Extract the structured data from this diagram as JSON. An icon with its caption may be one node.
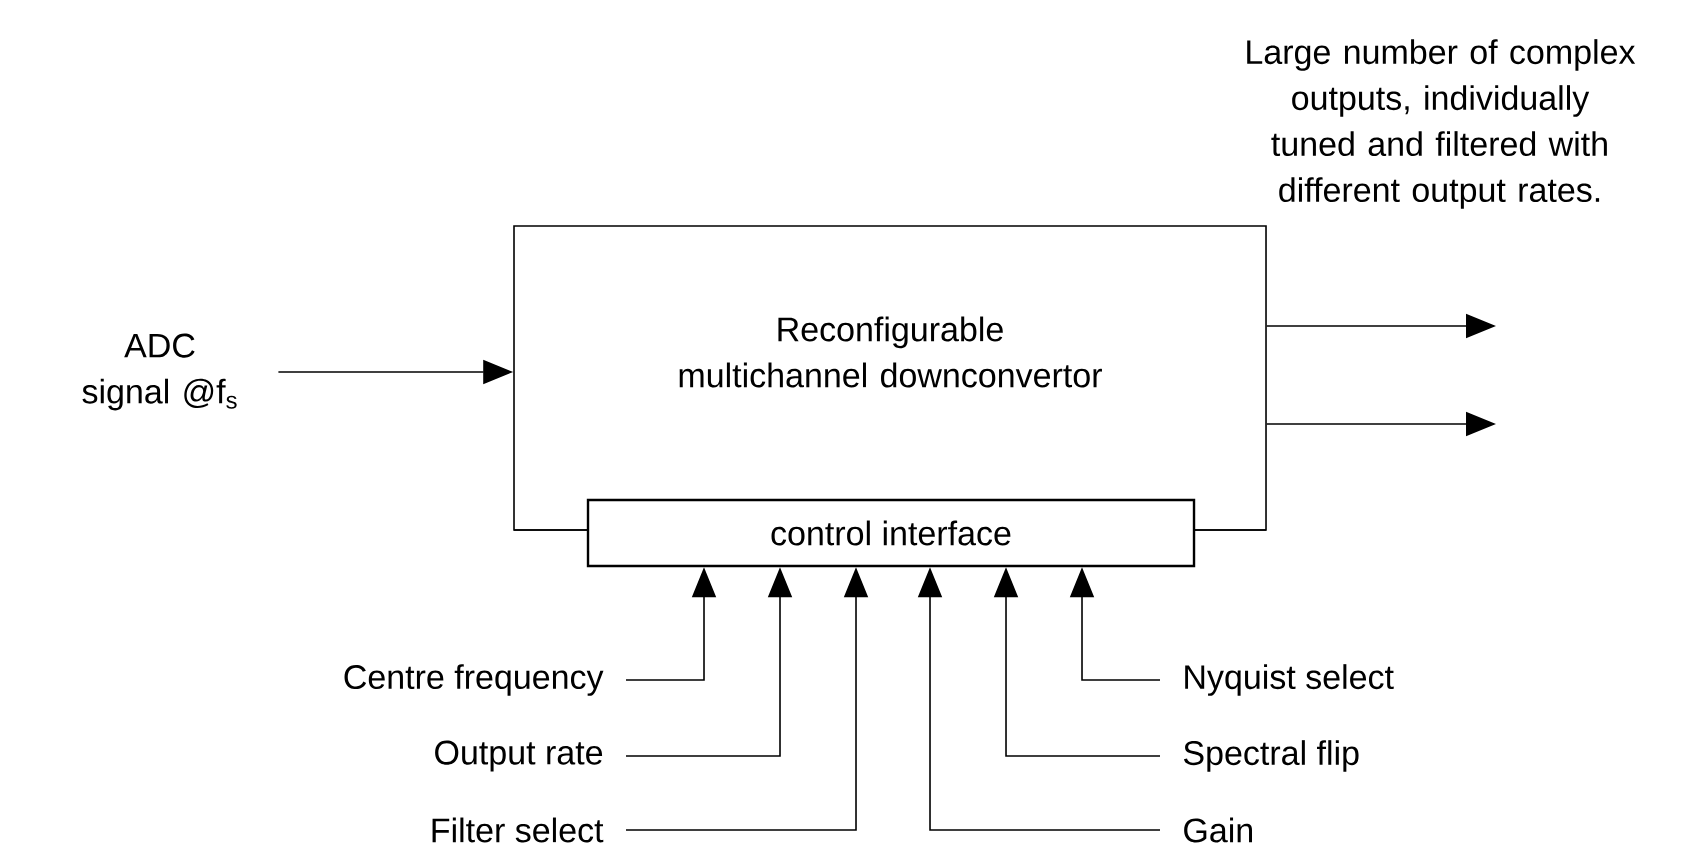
{
  "diagram": {
    "nodes": [
      {
        "text": [
          "Reconfigurable multichannel downconvertor"
        ]
      },
      {
        "text": [
          "ADC signal @f$_{s}$"
        ]
      },
      {
        "text": [
          "control interface"
        ]
      },
      {
        "text": [
          "Centre frequency"
        ]
      },
      {
        "text": [
          "Output rate"
        ]
      },
      {
        "text": [
          "Filter select"
        ]
      },
      {
        "text": [
          "Gain"
        ]
      },
      {
        "text": [
          "Spectral flip"
        ]
      },
      {
        "text": [
          "Nyquist select"
        ]
      }
    ],
    "edges": [
      {
        "from": 1,
        "to": 0,
        "arrow": "to"
      },
      {
        "from": 0,
        "to": null,
        "arrow": "to"
      },
      {
        "from": 0,
        "to": null,
        "arrow": "to"
      },
      {
        "from": 3,
        "to": 2,
        "arrow": "to"
      },
      {
        "from": 4,
        "to": 2,
        "arrow": "to"
      },
      {
        "from": 5,
        "to": 2,
        "arrow": "to"
      },
      {
        "from": 6,
        "to": 2,
        "arrow": "to"
      },
      {
        "from": 7,
        "to": 2,
        "arrow": "to"
      },
      {
        "from": 8,
        "to": 2,
        "arrow": "to"
      }
    ],
    "labels": [
      "Large number of complex outputs, individually tuned and filtered with different output rates."
    ]
  }
}
